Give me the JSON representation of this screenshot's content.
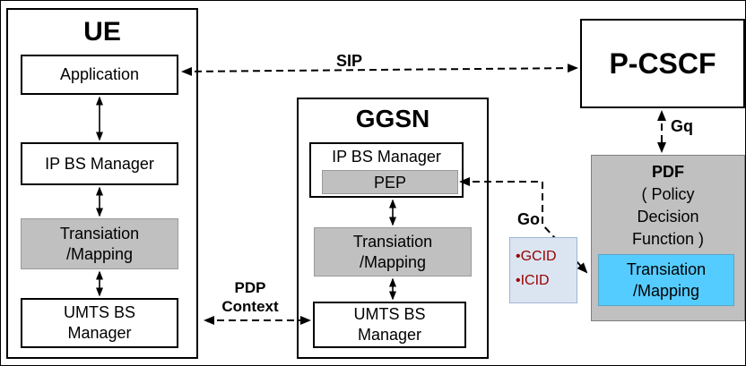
{
  "colors": {
    "box-gray": "#c0c0c0",
    "box-cyan": "#55ccff",
    "note-bg": "#dbe5f1",
    "note-text": "#990000"
  },
  "ue": {
    "title": "UE",
    "application": "Application",
    "ip_bs_manager": "IP BS Manager",
    "translation": {
      "line1": "Transiation",
      "line2": "/Mapping"
    },
    "umts": {
      "line1": "UMTS BS",
      "line2": "Manager"
    }
  },
  "ggsn": {
    "title": "GGSN",
    "ip_bs_manager": "IP BS Manager",
    "pep": "PEP",
    "translation": {
      "line1": "Transiation",
      "line2": "/Mapping"
    },
    "umts": {
      "line1": "UMTS BS",
      "line2": "Manager"
    }
  },
  "pcscf": {
    "title": "P-CSCF"
  },
  "pdf": {
    "title": "PDF",
    "subtitle": {
      "line1": "( Policy",
      "line2": "Decision",
      "line3": "Function )"
    },
    "translation": {
      "line1": "Transiation",
      "line2": "/Mapping"
    }
  },
  "interfaces": {
    "sip": "SIP",
    "gq": "Gq",
    "go": "Go",
    "pdp": {
      "line1": "PDP",
      "line2": "Context"
    }
  },
  "note": {
    "line1": "•GCID",
    "line2": "•ICID"
  }
}
